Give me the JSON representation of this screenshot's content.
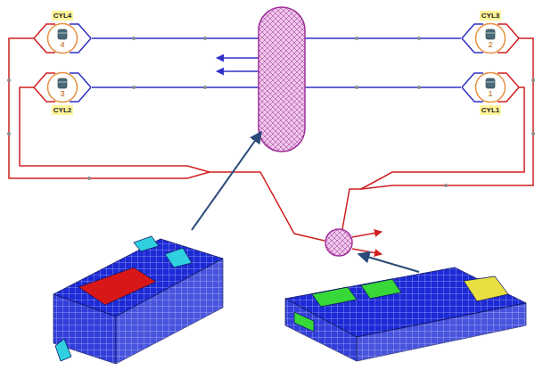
{
  "diagram": {
    "nodes": [
      {
        "text": [
          "CYL4",
          "4"
        ]
      },
      {
        "text": [
          "CYL3",
          "2"
        ]
      },
      {
        "text": [
          "CYL2",
          "3"
        ]
      },
      {
        "text": [
          "CYL1",
          "1"
        ]
      }
    ]
  }
}
